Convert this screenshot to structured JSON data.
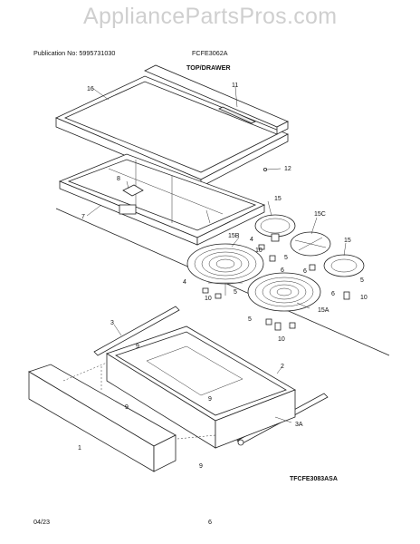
{
  "header": {
    "publication": "Publication No: 5995731030",
    "model": "FCFE3062A",
    "section_title": "TOP/DRAWER"
  },
  "watermark": "AppliancePartsPros.com",
  "diagram": {
    "code": "TFCFE3083ASA",
    "callouts": {
      "c16": "16",
      "c11": "11",
      "c12": "12",
      "c8": "8",
      "c7": "7",
      "c15top": "15",
      "c15c": "15C",
      "c15b": "15B",
      "c15right": "15",
      "c15a": "15A",
      "c4a": "4",
      "c10a": "10",
      "c5a": "5",
      "c6a": "6",
      "c4b": "4",
      "c10b": "10",
      "c5b": "5",
      "c6b": "6",
      "c5c": "5",
      "c6c": "6",
      "c10c": "10",
      "c5d": "5",
      "c10d": "10",
      "c3": "3",
      "c9a": "9",
      "c2": "2",
      "c9b": "9",
      "c9c": "9",
      "c1": "1",
      "c3a": "3A",
      "c9d": "9"
    }
  },
  "footer": {
    "date": "04/23",
    "page_number": "6"
  }
}
